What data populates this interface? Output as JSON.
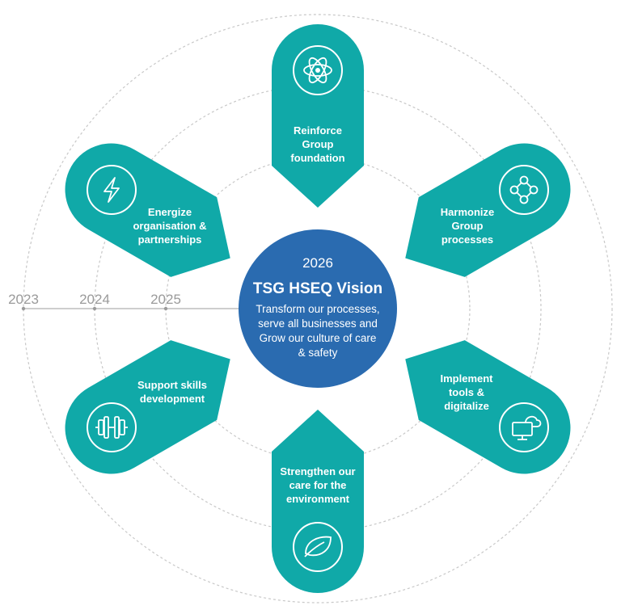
{
  "timeline": {
    "years": [
      "2023",
      "2024",
      "2025"
    ]
  },
  "center": {
    "year": "2026",
    "title": "TSG HSEQ Vision",
    "lines": [
      "Transform our processes,",
      "serve all businesses and",
      "Grow our culture of care",
      "& safety"
    ]
  },
  "petals": [
    {
      "lines": [
        "Reinforce",
        "Group",
        "foundation"
      ],
      "icon": "atom-icon"
    },
    {
      "lines": [
        "Harmonize",
        "Group",
        "processes"
      ],
      "icon": "network-nodes-icon"
    },
    {
      "lines": [
        "Implement",
        "tools &",
        "digitalize"
      ],
      "icon": "cloud-monitor-icon"
    },
    {
      "lines": [
        "Strengthen our",
        "care for the",
        "environment"
      ],
      "icon": "leaf-icon"
    },
    {
      "lines": [
        "Support skills",
        "development"
      ],
      "icon": "dumbbell-icon"
    },
    {
      "lines": [
        "Energize",
        "organisation &",
        "partnerships"
      ],
      "icon": "lightning-icon"
    }
  ],
  "colors": {
    "petal": "#10a9a8",
    "center": "#2a6bb0",
    "ring": "#c8c8c8",
    "year_text": "#9a9a9a"
  }
}
